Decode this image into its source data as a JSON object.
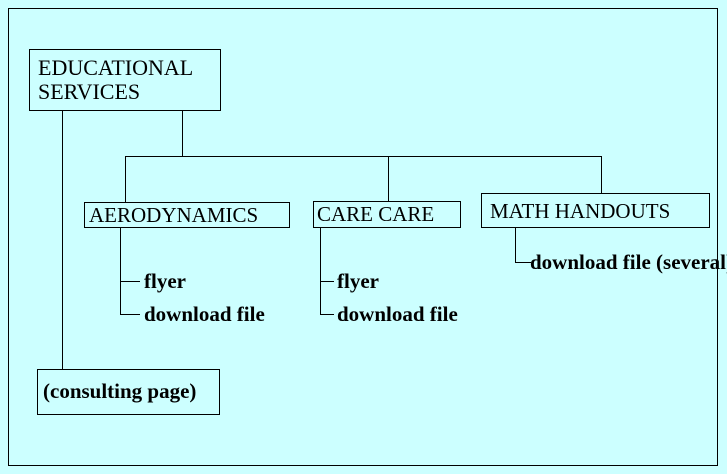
{
  "root": {
    "line1": "EDUCATIONAL",
    "line2": "SERVICES"
  },
  "branches": [
    {
      "label": "AERODYNAMICS",
      "items": [
        "flyer",
        "download file"
      ]
    },
    {
      "label": "CARE CARE",
      "items": [
        "flyer",
        "download file"
      ]
    },
    {
      "label": "MATH HANDOUTS",
      "items": [
        "download file",
        "(several)"
      ]
    }
  ],
  "consulting": "(consulting page)"
}
